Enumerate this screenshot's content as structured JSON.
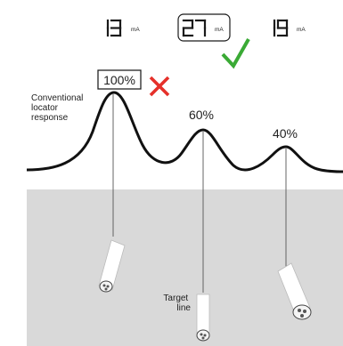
{
  "readings": [
    {
      "value": "13",
      "unit": "mA",
      "selected": false
    },
    {
      "value": "27",
      "unit": "mA",
      "selected": true
    },
    {
      "value": "19",
      "unit": "mA",
      "selected": false
    }
  ],
  "response": {
    "label_line1": "Conventional",
    "label_line2": "locator",
    "label_line3": "response",
    "peaks": [
      {
        "percent": "100%",
        "boxed": true,
        "mark": "cross"
      },
      {
        "percent": "60%",
        "boxed": false,
        "mark": "none"
      },
      {
        "percent": "40%",
        "boxed": false,
        "mark": "none"
      }
    ]
  },
  "target_label_line1": "Target",
  "target_label_line2": "line",
  "icons": {
    "check": "check-icon",
    "cross": "cross-icon"
  },
  "colors": {
    "ground": "#d9d9d9",
    "check": "#3aaa35",
    "cross": "#e5302a",
    "curve": "#111111"
  }
}
